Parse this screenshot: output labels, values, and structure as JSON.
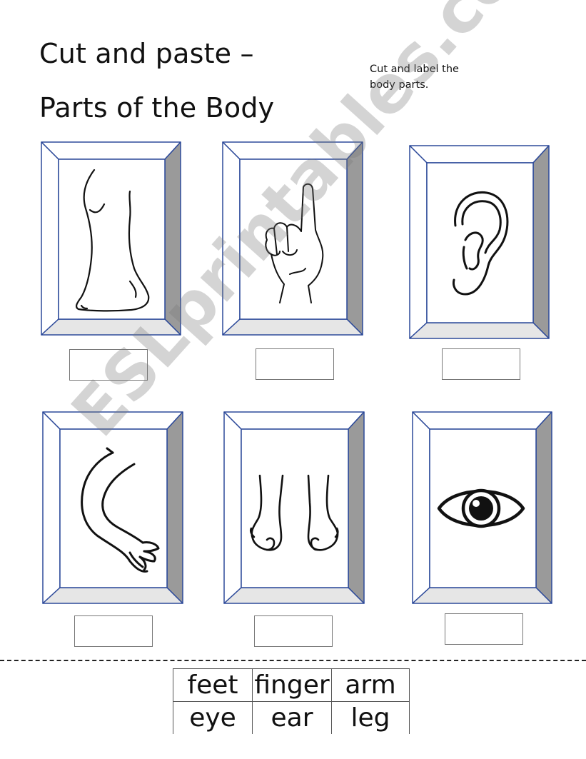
{
  "header": {
    "title_line1": "Cut and paste –",
    "title_line2": "Parts of the Body",
    "instructions_line1": "Cut and label the",
    "instructions_line2": "body parts."
  },
  "pictures": [
    {
      "name": "leg",
      "icon": "leg-icon"
    },
    {
      "name": "finger",
      "icon": "finger-icon"
    },
    {
      "name": "ear",
      "icon": "ear-icon"
    },
    {
      "name": "arm",
      "icon": "arm-icon"
    },
    {
      "name": "feet",
      "icon": "feet-icon"
    },
    {
      "name": "eye",
      "icon": "eye-icon"
    }
  ],
  "word_bank": {
    "row1": [
      "feet",
      "finger",
      "arm"
    ],
    "row2": [
      "eye",
      "ear",
      "leg"
    ]
  },
  "watermark": "ESLprintables.com",
  "colors": {
    "frame_outline": "#2d4a9a",
    "frame_bevel_light": "#e6e6e6",
    "frame_bevel_dark": "#9a9a9a"
  }
}
